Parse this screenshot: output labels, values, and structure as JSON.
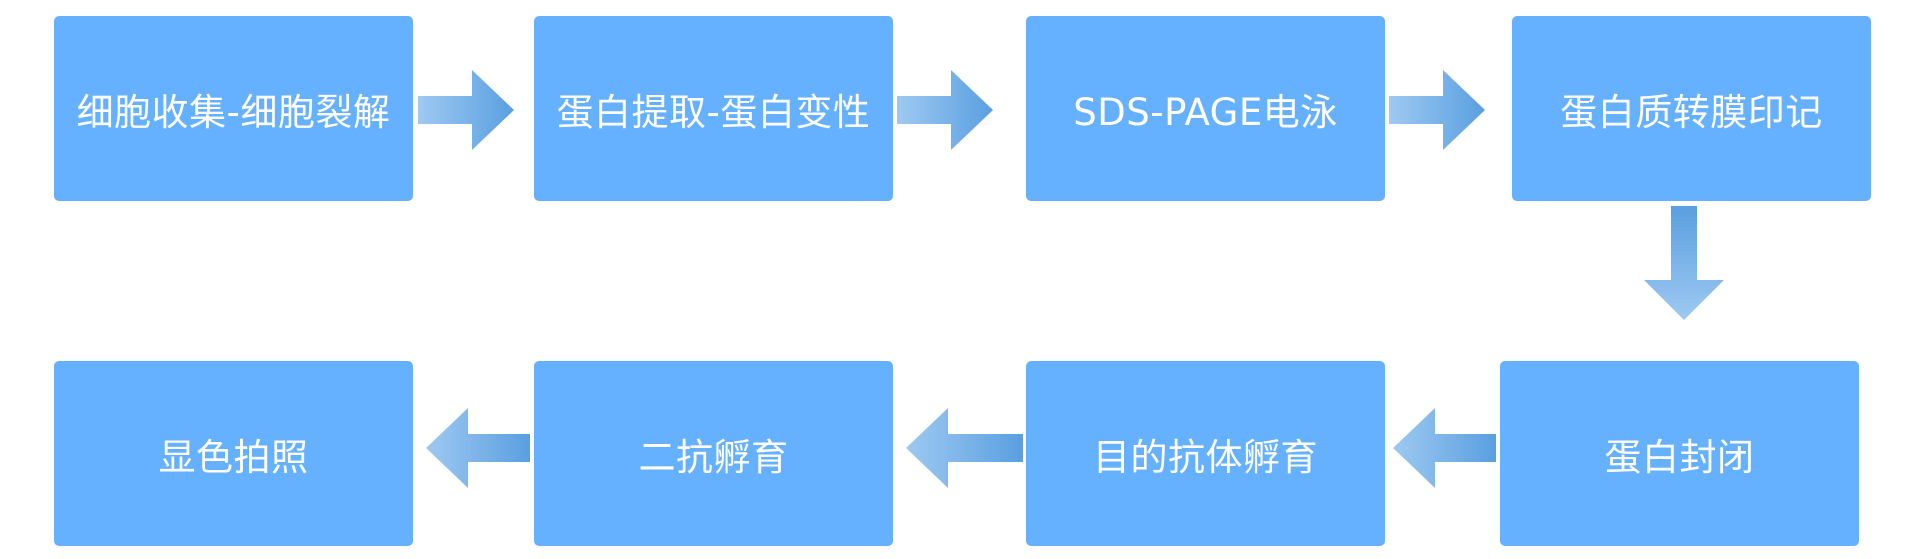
{
  "steps": [
    "细胞收集-细胞裂解",
    "蛋白提取-蛋白变性",
    "SDS-PAGE电泳",
    "蛋白质转膜印记",
    "蛋白封闭",
    "目的抗体孵育",
    "二抗孵育",
    "显色拍照"
  ],
  "colors": {
    "box": "#66b1ff",
    "text": "#ffffff",
    "arrow_light": "#95c4ef",
    "arrow_dark": "#5a9fe0"
  }
}
